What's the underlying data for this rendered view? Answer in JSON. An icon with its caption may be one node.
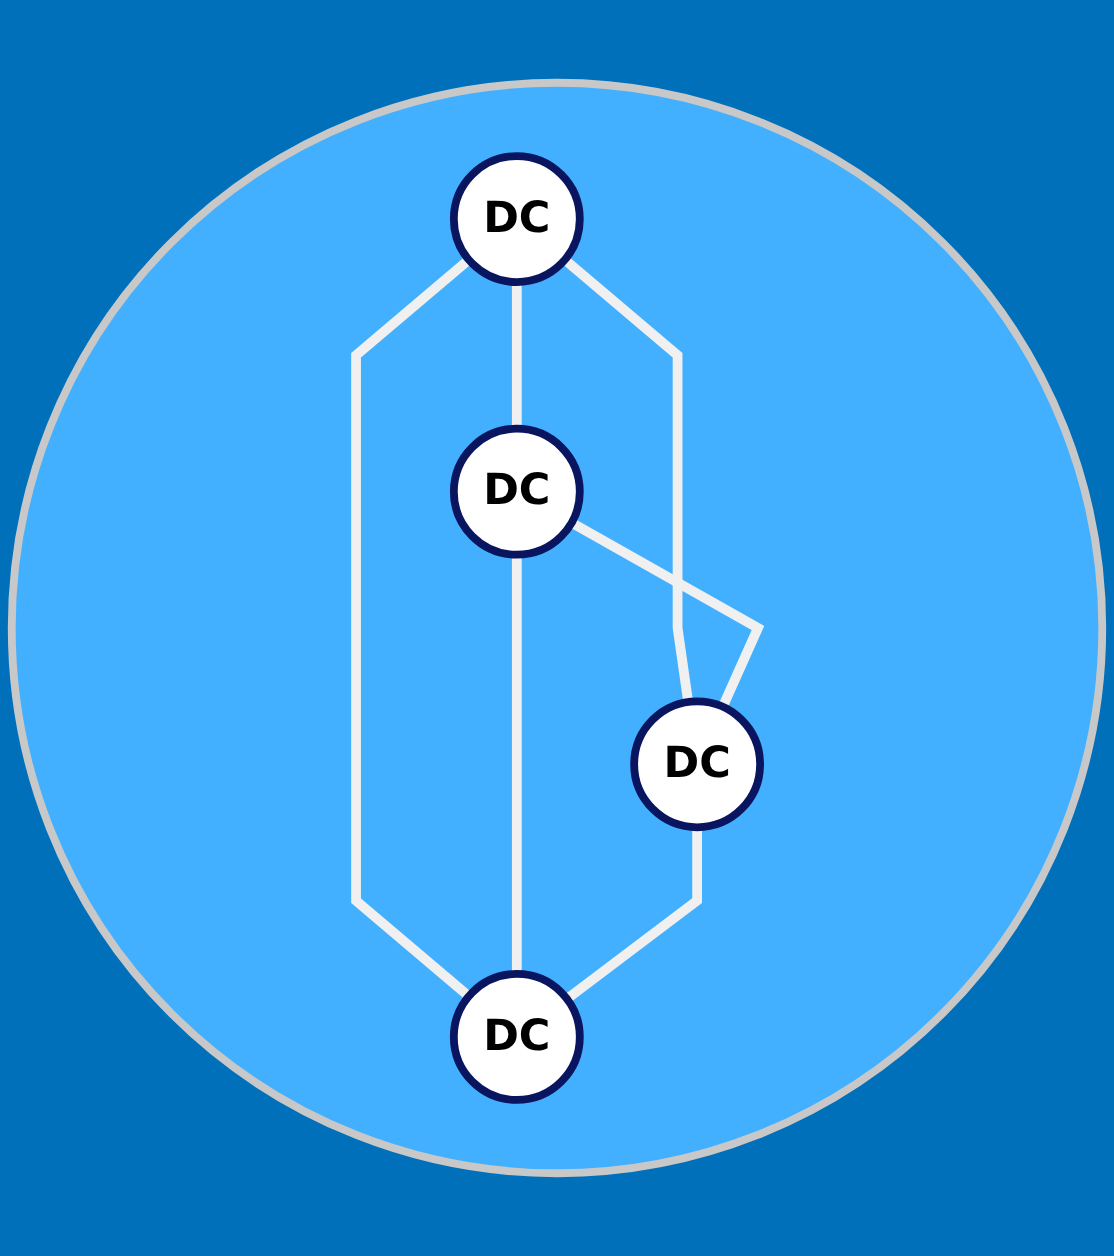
{
  "diagram": {
    "nodes": [
      {
        "text": [],
        "shape": "circle"
      },
      {
        "text": [
          "DC"
        ],
        "in": 0
      },
      {
        "text": [
          "DC"
        ],
        "in": 0
      },
      {
        "text": [
          "DC"
        ],
        "in": 0
      },
      {
        "text": [
          "DC"
        ],
        "in": 0
      }
    ],
    "edges": [
      {
        "from": 1,
        "to": 2,
        "arrow": "none"
      },
      {
        "from": 1,
        "to": 3,
        "arrow": "none"
      },
      {
        "from": 1,
        "to": 4,
        "arrow": "none"
      },
      {
        "from": 2,
        "to": 3,
        "arrow": "none"
      },
      {
        "from": 2,
        "to": 4,
        "arrow": "none"
      },
      {
        "from": 3,
        "to": 4,
        "arrow": "none"
      }
    ]
  }
}
